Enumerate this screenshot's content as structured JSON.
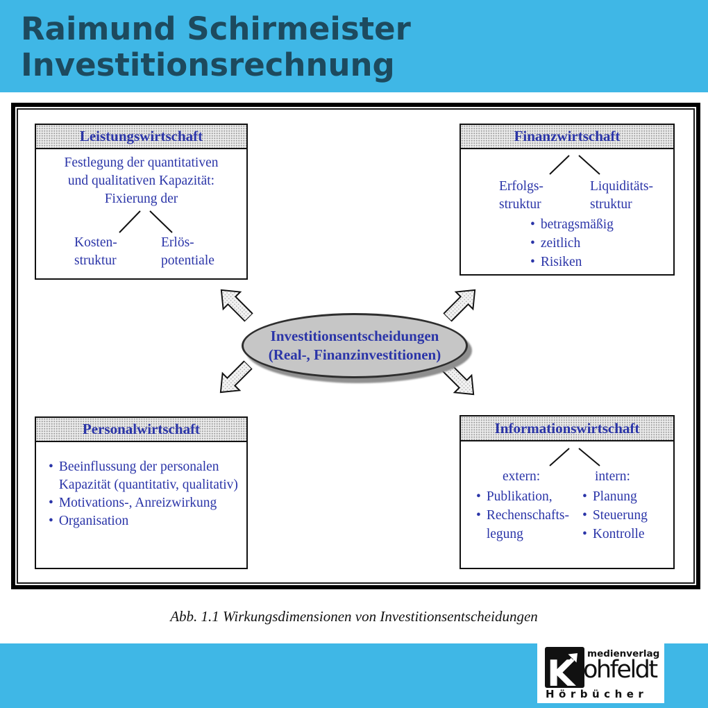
{
  "header": {
    "line1": "Raimund Schirmeister",
    "line2": "Investitionsrechnung"
  },
  "colors": {
    "banner_blue": "#3FB7E6",
    "banner_text": "#1D4A5E",
    "diagram_text_blue": "#2B35A8",
    "ellipse_fill": "#C6C6C6"
  },
  "diagram": {
    "center_label": [
      "Investitionsentscheidungen",
      "(Real-, Finanzinvestitionen)"
    ],
    "boxes": {
      "leistung": {
        "title": "Leistungswirtschaft",
        "intro": [
          "Festlegung der quantitativen",
          "und qualitativen Kapazität:",
          "Fixierung der"
        ],
        "branch_left": [
          "Kosten-",
          "struktur"
        ],
        "branch_right": [
          "Erlös-",
          "potentiale"
        ]
      },
      "finanz": {
        "title": "Finanzwirtschaft",
        "branch_left": [
          "Erfolgs-",
          "struktur"
        ],
        "branch_right": [
          "Liquiditäts-",
          "struktur"
        ],
        "bullets": [
          "betragsmäßig",
          "zeitlich",
          "Risiken"
        ]
      },
      "personal": {
        "title": "Personalwirtschaft",
        "bullets": [
          "Beeinflussung der personalen Kapazität (quantitativ, qualitativ)",
          "Motivations-, Anreizwirkung",
          "Organisation"
        ]
      },
      "information": {
        "title": "Informationswirtschaft",
        "left_heading": "extern:",
        "right_heading": "intern:",
        "left_bullets": [
          "Publikation,",
          "Rechenschafts-legung"
        ],
        "right_bullets": [
          "Planung",
          "Steuerung",
          "Kontrolle"
        ]
      }
    },
    "caption": "Abb. 1.1 Wirkungsdimensionen von Investitionsentscheidungen",
    "bullet_glyph": "•"
  },
  "footer": {
    "logo": {
      "k_letter": "K",
      "publisher_name_rest": "ohfeldt",
      "tagline_top": "medienverlag",
      "tagline_bottom": "Hörbücher"
    }
  }
}
